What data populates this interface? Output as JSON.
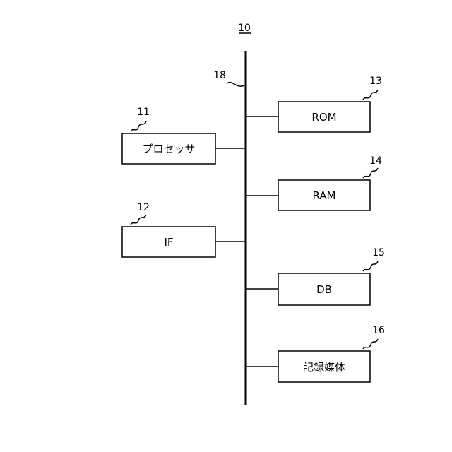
{
  "figure": {
    "number": "10",
    "bus_ref": "18"
  },
  "blocks": {
    "processor": {
      "ref": "11",
      "label": "プロセッサ"
    },
    "interface": {
      "ref": "12",
      "label": "IF"
    },
    "rom": {
      "ref": "13",
      "label": "ROM"
    },
    "ram": {
      "ref": "14",
      "label": "RAM"
    },
    "db": {
      "ref": "15",
      "label": "DB"
    },
    "storage": {
      "ref": "16",
      "label": "記録媒体"
    }
  }
}
